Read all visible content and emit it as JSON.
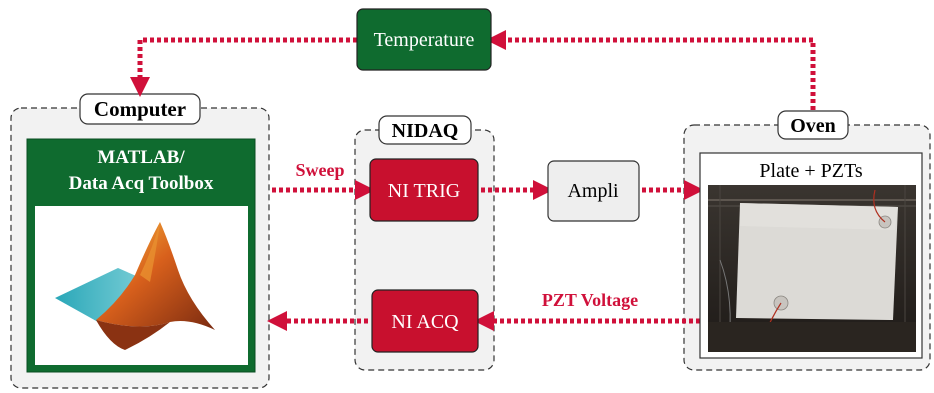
{
  "groups": {
    "computer": {
      "label": "Computer"
    },
    "nidaq": {
      "label": "NIDAQ"
    },
    "oven": {
      "label": "Oven"
    }
  },
  "nodes": {
    "temperature": {
      "label": "Temperature"
    },
    "matlab": {
      "line1": "MATLAB/",
      "line2": "Data Acq Toolbox"
    },
    "ni_trig": {
      "label": "NI TRIG"
    },
    "ni_acq": {
      "label": "NI ACQ"
    },
    "ampli": {
      "label": "Ampli"
    },
    "plate": {
      "label": "Plate + PZTs"
    }
  },
  "edge_labels": {
    "sweep": "Sweep",
    "pzt_voltage": "PZT Voltage"
  },
  "colors": {
    "arrow": "#d0103a",
    "green": "#0f6b2f",
    "red_box": "#c8102e",
    "group_fill": "#f2f2f2",
    "ampli_fill": "#eeeeee"
  }
}
